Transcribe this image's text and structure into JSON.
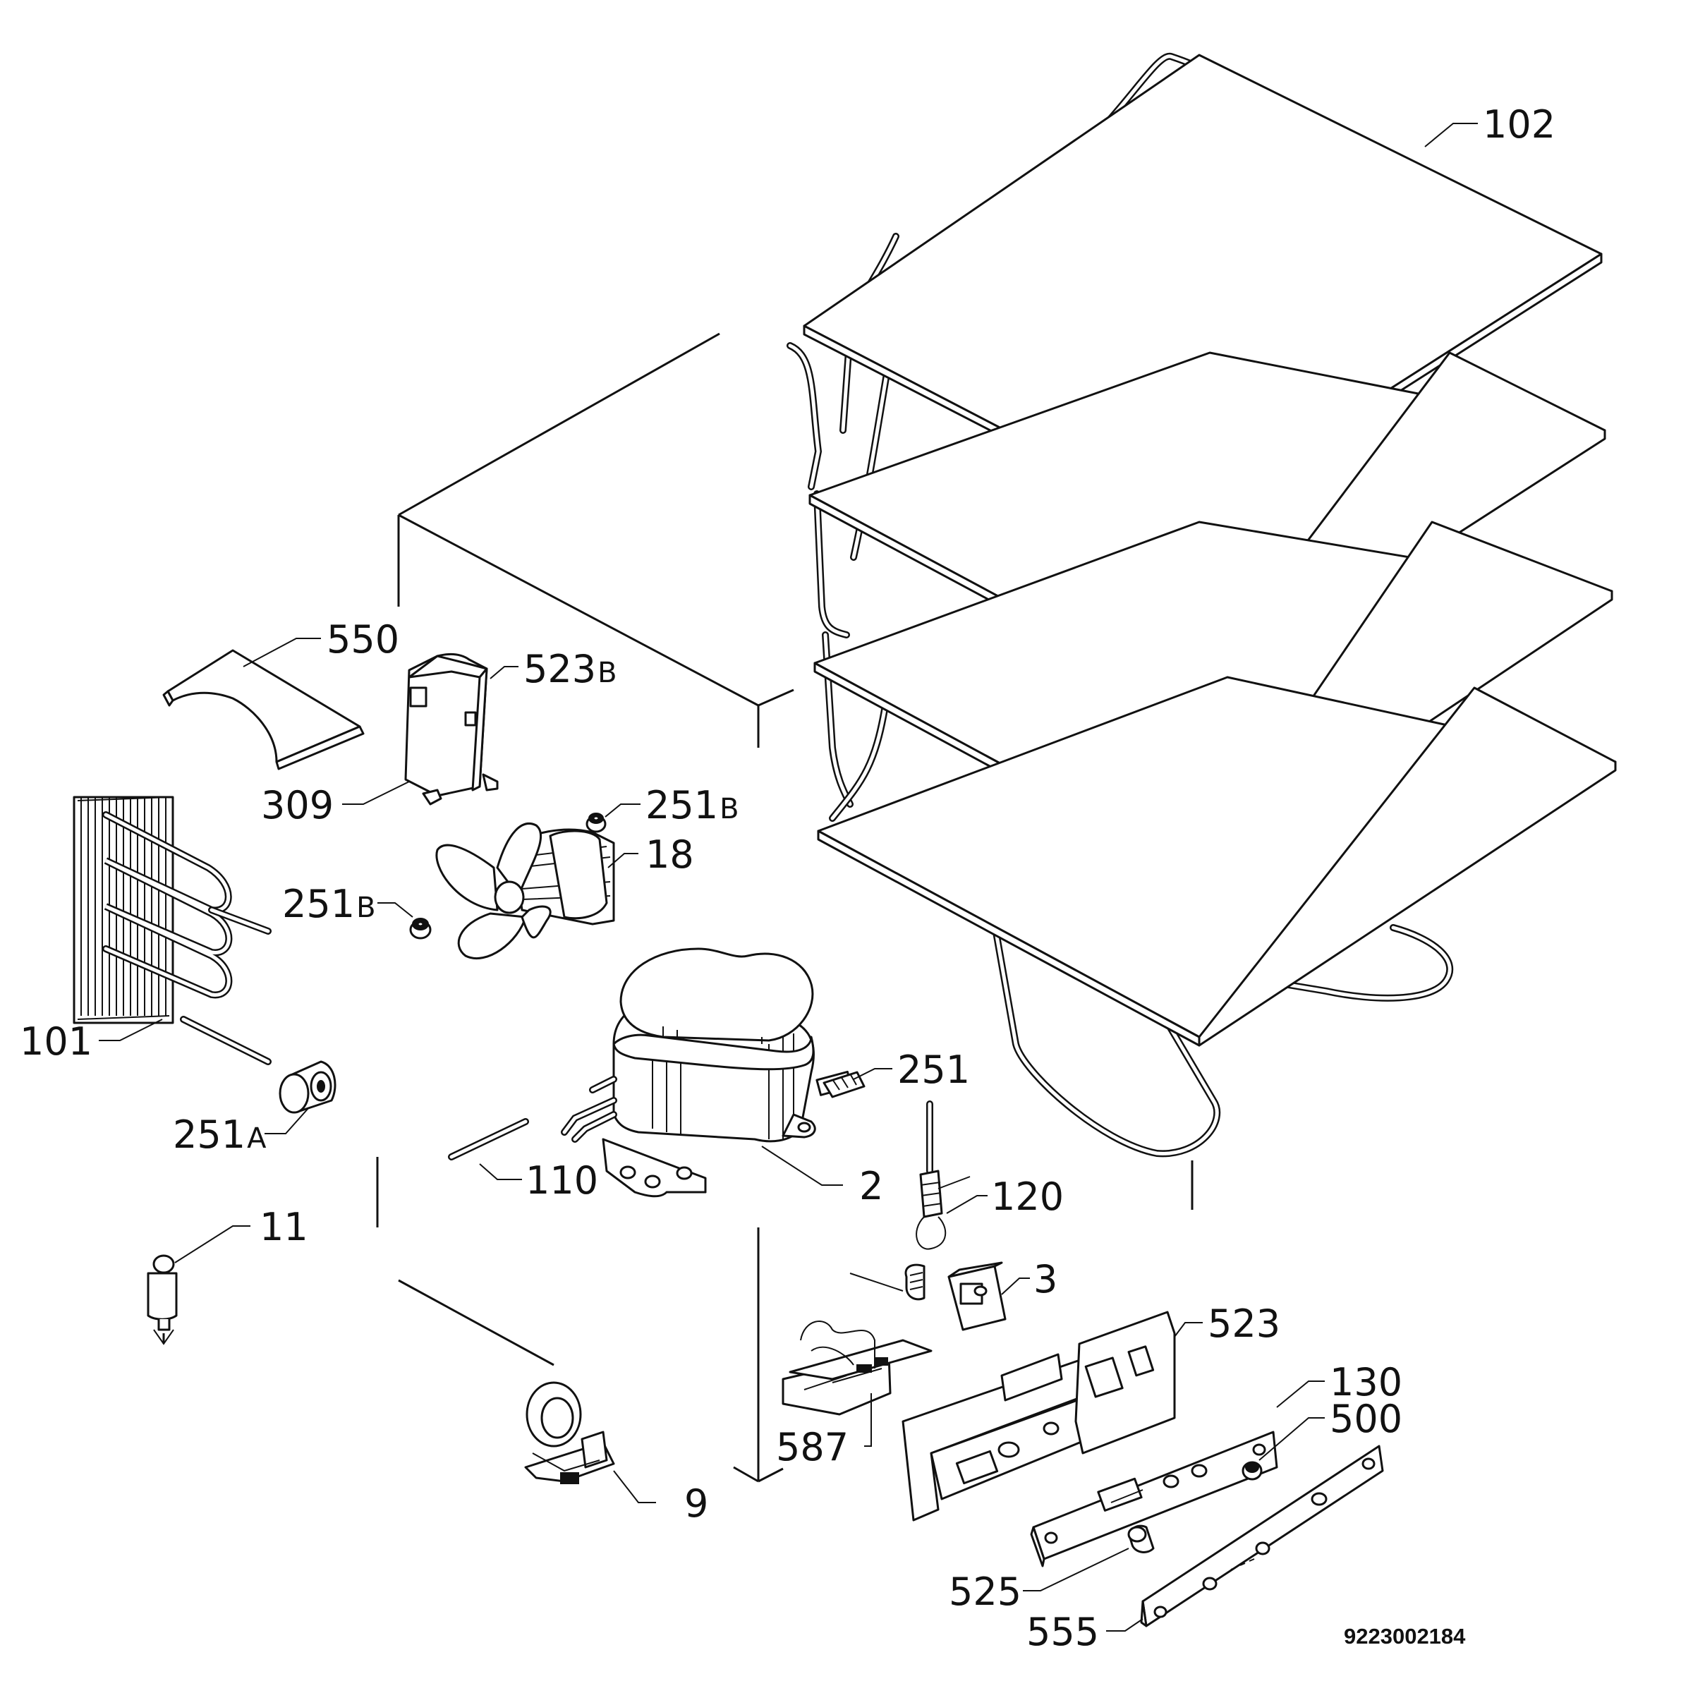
{
  "labels": {
    "p102": "102",
    "p550": "550",
    "p523b_num": "523",
    "p523b_sfx": "B",
    "p309": "309",
    "p251b_top_num": "251",
    "p251b_top_sfx": "B",
    "p18": "18",
    "p251b_left_num": "251",
    "p251b_left_sfx": "B",
    "p101": "101",
    "p251": "251",
    "p251a_num": "251",
    "p251a_sfx": "A",
    "p110": "110",
    "p2": "2",
    "p120": "120",
    "p11": "11",
    "p3": "3",
    "p523": "523",
    "p130": "130",
    "p500": "500",
    "p587": "587",
    "p9": "9",
    "p525": "525",
    "p555": "555"
  },
  "diagram_code": "9223002184"
}
